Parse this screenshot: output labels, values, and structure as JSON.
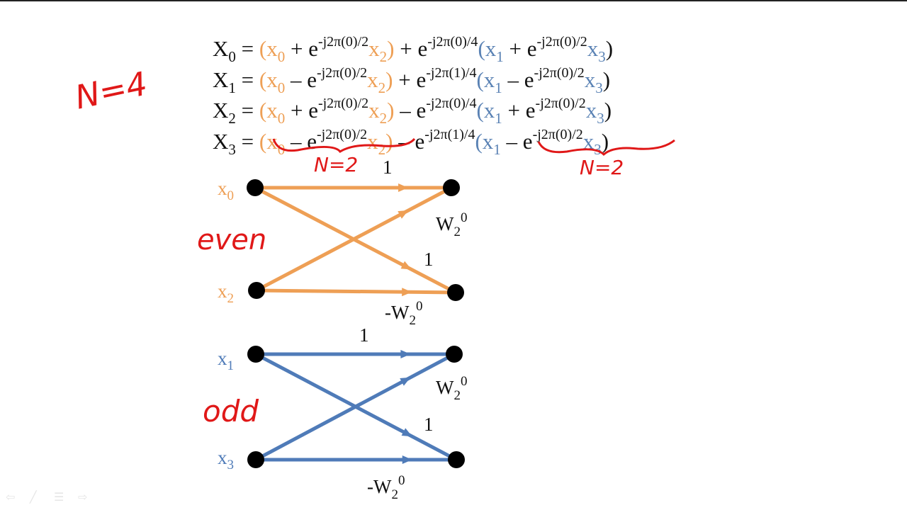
{
  "equations": [
    {
      "lhs": "X",
      "k": "0",
      "op1": "+",
      "exp_inner": "-j2π(0)/2",
      "op2": "+",
      "exp_tw": "-j2π(0)/4",
      "op3": "+"
    },
    {
      "lhs": "X",
      "k": "1",
      "op1": "–",
      "exp_inner": "-j2π(0)/2",
      "op2": "+",
      "exp_tw": "-j2π(1)/4",
      "op3": "–"
    },
    {
      "lhs": "X",
      "k": "2",
      "op1": "+",
      "exp_inner": "-j2π(0)/2",
      "op2": "–",
      "exp_tw": "-j2π(0)/4",
      "op3": "+"
    },
    {
      "lhs": "X",
      "k": "3",
      "op1": "–",
      "exp_inner": "-j2π(0)/2",
      "op2": "–",
      "exp_tw": "-j2π(1)/4",
      "op3": "–"
    }
  ],
  "symbols": {
    "x": "x",
    "e": "e",
    "eq": "=",
    "lp": "(",
    "rp": ")",
    "s0": "0",
    "s1": "1",
    "s2": "2",
    "s3": "3"
  },
  "annotations": {
    "n4": "N=4",
    "n2_left": "N=2",
    "n2_right": "N=2",
    "even": "even",
    "odd": "odd"
  },
  "butterflies": [
    {
      "group": "even",
      "inputs": [
        {
          "x": "x",
          "sub": "0"
        },
        {
          "x": "x",
          "sub": "2"
        }
      ],
      "labels": {
        "top": "1",
        "w": "W",
        "wsub": "2",
        "wsup": "0",
        "cross": "1",
        "neg": "-W",
        "negsub": "2",
        "negsup": "0"
      }
    },
    {
      "group": "odd",
      "inputs": [
        {
          "x": "x",
          "sub": "1"
        },
        {
          "x": "x",
          "sub": "3"
        }
      ],
      "labels": {
        "top": "1",
        "w": "W",
        "wsub": "2",
        "wsup": "0",
        "cross": "1",
        "neg": "-W",
        "negsub": "2",
        "negsup": "0"
      }
    }
  ],
  "colors": {
    "even": "#ee9f55",
    "odd": "#4f7bb8",
    "ink": "#e01818",
    "node": "#000000"
  },
  "controls": [
    {
      "icon": "arrow-left-icon",
      "glyph": "⇦"
    },
    {
      "icon": "pen-icon",
      "glyph": "╱"
    },
    {
      "icon": "menu-icon",
      "glyph": "☰"
    },
    {
      "icon": "arrow-right-icon",
      "glyph": "⇨"
    }
  ]
}
